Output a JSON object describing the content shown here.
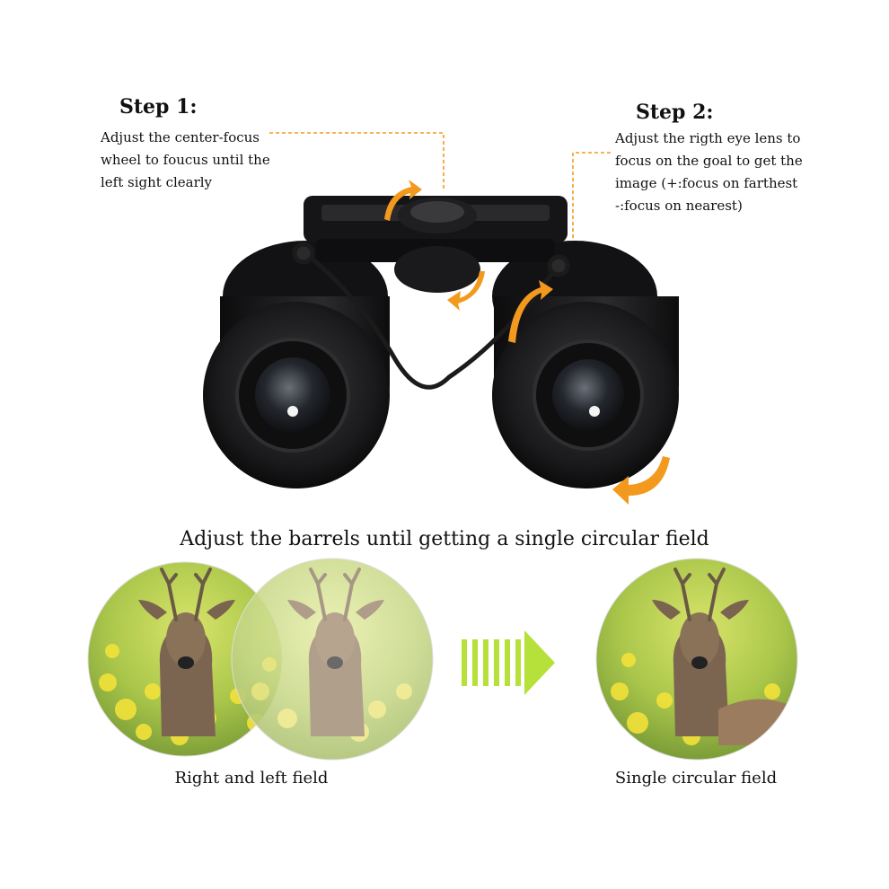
{
  "step1": {
    "title": "Step 1:",
    "lines": [
      "Adjust the center-focus",
      "wheel to foucus until the",
      "left sight clearly"
    ]
  },
  "step2": {
    "title": "Step 2:",
    "lines": [
      "Adjust the rigth eye lens to",
      "focus on the goal to get the",
      "image (+:focus on farthest",
      "-:focus on nearest)"
    ]
  },
  "heading": "Adjust the barrels until getting a single circular field",
  "captions": {
    "left": "Right and left field",
    "right": "Single circular field"
  },
  "colors": {
    "accent_orange": "#f39a1e",
    "arrow_green": "#b6e13a",
    "binocular_body": "#1d1d1f"
  }
}
